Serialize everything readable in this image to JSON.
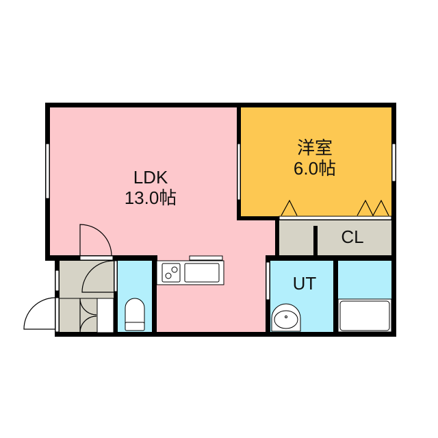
{
  "rooms": {
    "ldk": {
      "name": "LDK",
      "size": "13.0帖",
      "color": "#fdc8cc"
    },
    "western": {
      "name": "洋室",
      "size": "6.0帖",
      "color": "#fdc852"
    },
    "closet": {
      "name": "CL",
      "color": "#d6d3c6"
    },
    "utility": {
      "name": "UT",
      "color": "#b3effc"
    },
    "bath": {
      "color": "#b3effc"
    },
    "toilet": {
      "color": "#b3effc"
    },
    "entrance": {
      "color": "#d6d3c6"
    }
  },
  "icons": [
    "door-swing-icon",
    "toilet-icon",
    "stove-icon",
    "sink-icon",
    "washbasin-icon",
    "bathtub-icon",
    "window-icon",
    "closet-door-icon"
  ]
}
